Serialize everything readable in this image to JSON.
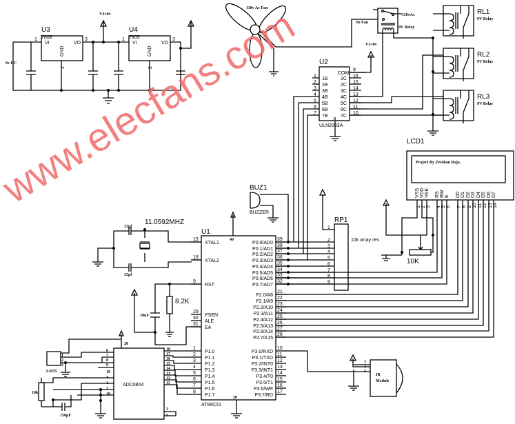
{
  "watermark": "www.elecfans.com",
  "regulators": {
    "u3": {
      "ref": "U3",
      "part": "7808",
      "vi": "VI",
      "vo": "VO",
      "gnd": "GND",
      "pin_in": "1",
      "pin_out": "3",
      "pin_gnd": "2"
    },
    "u4": {
      "ref": "U4",
      "part": "7805",
      "vi": "VI",
      "vo": "VO",
      "gnd": "GND",
      "pin_in": "1",
      "pin_out": "3",
      "pin_gnd": "2"
    },
    "supply_label": "9v DC",
    "v2_label": "V2=8v"
  },
  "fan": {
    "label": "110v Ac Fan"
  },
  "fan_relay": {
    "label_ac": "110vAc",
    "label_relay": "9V Relay",
    "to_fan": "To Fan",
    "v2_label": "V2=8v"
  },
  "u2": {
    "ref": "U2",
    "part": "ULN2003A",
    "com": "COM",
    "com_pin": "9",
    "gnd_pin": "8",
    "inputs": [
      {
        "n": "1",
        "l": "1B"
      },
      {
        "n": "2",
        "l": "2B"
      },
      {
        "n": "3",
        "l": "3B"
      },
      {
        "n": "4",
        "l": "4B"
      },
      {
        "n": "5",
        "l": "5B"
      },
      {
        "n": "6",
        "l": "6B"
      },
      {
        "n": "7",
        "l": "7B"
      }
    ],
    "outputs": [
      {
        "n": "16",
        "l": "1C"
      },
      {
        "n": "15",
        "l": "2C"
      },
      {
        "n": "14",
        "l": "3C"
      },
      {
        "n": "13",
        "l": "4C"
      },
      {
        "n": "12",
        "l": "5C"
      },
      {
        "n": "11",
        "l": "6C"
      },
      {
        "n": "10",
        "l": "7C"
      }
    ]
  },
  "relays": [
    {
      "ref": "RL1",
      "label": "9V Relay"
    },
    {
      "ref": "RL2",
      "label": "9V Relay"
    },
    {
      "ref": "RL3",
      "label": "9V Relay"
    }
  ],
  "lcd": {
    "ref": "LCD1",
    "text": "Project By Zeeshan Raja.",
    "pins": [
      {
        "n": "1",
        "l": "VSS"
      },
      {
        "n": "2",
        "l": "VDD"
      },
      {
        "n": "3",
        "l": "VEE"
      },
      {
        "n": "4",
        "l": "RS"
      },
      {
        "n": "5",
        "l": "RW"
      },
      {
        "n": "6",
        "l": "E"
      },
      {
        "n": "7",
        "l": "D0"
      },
      {
        "n": "8",
        "l": "D1"
      },
      {
        "n": "9",
        "l": "D2"
      },
      {
        "n": "10",
        "l": "D3"
      },
      {
        "n": "11",
        "l": "D4"
      },
      {
        "n": "12",
        "l": "D5"
      },
      {
        "n": "13",
        "l": "D6"
      },
      {
        "n": "14",
        "l": "D7"
      }
    ],
    "pot_label": "10K"
  },
  "buzzer": {
    "ref": "BUZ1",
    "label": "BUZZER"
  },
  "rp1": {
    "ref": "RP1",
    "label": "10k array res",
    "pins": [
      "1",
      "2",
      "3",
      "4",
      "5",
      "6",
      "7",
      "8",
      "9"
    ]
  },
  "crystal": {
    "label": "11.0592MHZ",
    "cap1": "33pf",
    "cap2": "33pf"
  },
  "reset": {
    "res": "8.2K",
    "cap": "10uF"
  },
  "u1": {
    "ref": "U1",
    "part": "AT89C51",
    "vcc_pin": "40",
    "gnd_pin": "20",
    "left": [
      {
        "n": "19",
        "l": "XTAL1"
      },
      {
        "n": "18",
        "l": "XTAL2"
      },
      {
        "n": "9",
        "l": "RST"
      },
      {
        "n": "29",
        "l": "PSEN"
      },
      {
        "n": "30",
        "l": "ALE"
      },
      {
        "n": "31",
        "l": "EA"
      },
      {
        "n": "1",
        "l": "P1.0"
      },
      {
        "n": "2",
        "l": "P1.1"
      },
      {
        "n": "3",
        "l": "P1.2"
      },
      {
        "n": "4",
        "l": "P1.3"
      },
      {
        "n": "5",
        "l": "P1.4"
      },
      {
        "n": "6",
        "l": "P1.5"
      },
      {
        "n": "7",
        "l": "P1.6"
      },
      {
        "n": "8",
        "l": "P1.7"
      }
    ],
    "p0": [
      {
        "n": "39",
        "l": "P0.0/AD0"
      },
      {
        "n": "38",
        "l": "P0.1/AD1"
      },
      {
        "n": "37",
        "l": "P0.2/AD2"
      },
      {
        "n": "36",
        "l": "P0.3/AD3"
      },
      {
        "n": "35",
        "l": "P0.4/AD4"
      },
      {
        "n": "34",
        "l": "P0.5/AD5"
      },
      {
        "n": "33",
        "l": "P0.6/AD6"
      },
      {
        "n": "32",
        "l": "P0.7/AD7"
      }
    ],
    "p2": [
      {
        "n": "21",
        "l": "P2.0/A8"
      },
      {
        "n": "22",
        "l": "P2.1/A9"
      },
      {
        "n": "23",
        "l": "P2.2/A10"
      },
      {
        "n": "24",
        "l": "P2.3/A11"
      },
      {
        "n": "25",
        "l": "P2.4/A12"
      },
      {
        "n": "26",
        "l": "P2.5/A13"
      },
      {
        "n": "27",
        "l": "P2.6/A14"
      },
      {
        "n": "28",
        "l": "P2.7/A15"
      }
    ],
    "p3": [
      {
        "n": "10",
        "l": "P3.0/RXD"
      },
      {
        "n": "11",
        "l": "P3.1/TXD"
      },
      {
        "n": "12",
        "l": "P3.2/INT0"
      },
      {
        "n": "13",
        "l": "P3.3/INT1"
      },
      {
        "n": "14",
        "l": "P3.4/T0"
      },
      {
        "n": "15",
        "l": "P3.5/T1"
      },
      {
        "n": "16",
        "l": "P3.6/WR"
      },
      {
        "n": "17",
        "l": "P3.7/RD"
      }
    ]
  },
  "adc": {
    "part": "ADC0804",
    "vcc_pin": "20",
    "left_pins": [
      "6",
      "7",
      "8",
      "9",
      "19",
      "4",
      "1",
      "2",
      "10"
    ],
    "right_pins": [
      "18",
      "17",
      "16",
      "15",
      "14",
      "13",
      "12",
      "11"
    ],
    "bottom_pins": [
      "3",
      "5"
    ]
  },
  "lm35": {
    "label": "LM35",
    "pins": [
      "1",
      "2",
      "3"
    ]
  },
  "adc_rc": {
    "res": "10k",
    "cap": "150pF"
  },
  "ir": {
    "line1": "IR",
    "line2": "Module",
    "pins": [
      "1",
      "2",
      "3"
    ]
  }
}
